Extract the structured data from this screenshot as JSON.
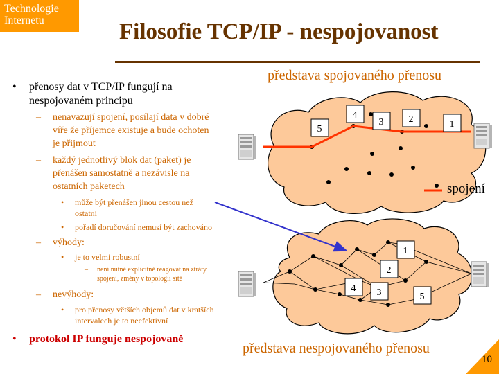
{
  "header": {
    "tag_line1": "Technologie",
    "tag_line2": "Internetu",
    "title": "Filosofie TCP/IP - nespojovanost"
  },
  "bullets": {
    "b1_line1": "přenosy dat v TCP/IP fungují na",
    "b1_line2": "nespojovaném principu",
    "s1_line1": "nenavazují spojení, posílají data  v dobré",
    "s1_line2": "víře že příjemce existuje a bude ochoten",
    "s1_line3": "je přijmout",
    "s2_line1": "každý jednotlivý blok dat (paket) je",
    "s2_line2": "přenášen samostatně a nezávisle na",
    "s2_line3": "ostatních paketech",
    "s2a_line1": "může být přenášen jinou cestou než",
    "s2a_line2": "ostatní",
    "s2b": "pořadí doručování nemusí být zachováno",
    "adv": "výhody:",
    "adv_a": "je to velmi robustní",
    "adv_a1_line1": "není nutné explicitně reagovat na ztráty",
    "adv_a1_line2": "spojení, změny v topologii sítě",
    "dis": "nevýhody:",
    "dis_a_line1": "pro přenosy větších objemů dat v kratších",
    "dis_a_line2": "intervalech je to neefektivní",
    "b2": "protokol IP funguje nespojovaně"
  },
  "diagram": {
    "top_caption": "představa spojovaného přenosu",
    "bottom_caption": "představa nespojovaného přenosu",
    "legend_label": "spojení",
    "top_packets": [
      "5",
      "4",
      "3",
      "2",
      "1"
    ],
    "bottom_packets": [
      "1",
      "2",
      "4",
      "3",
      "5"
    ]
  },
  "colors": {
    "accent_orange": "#ff9900",
    "title_brown": "#663300",
    "text_orange": "#cc6600",
    "cloud_fill": "#fdc99a",
    "connection_red": "#ff3300",
    "arrow_blue": "#3333cc"
  },
  "page_number": "10"
}
